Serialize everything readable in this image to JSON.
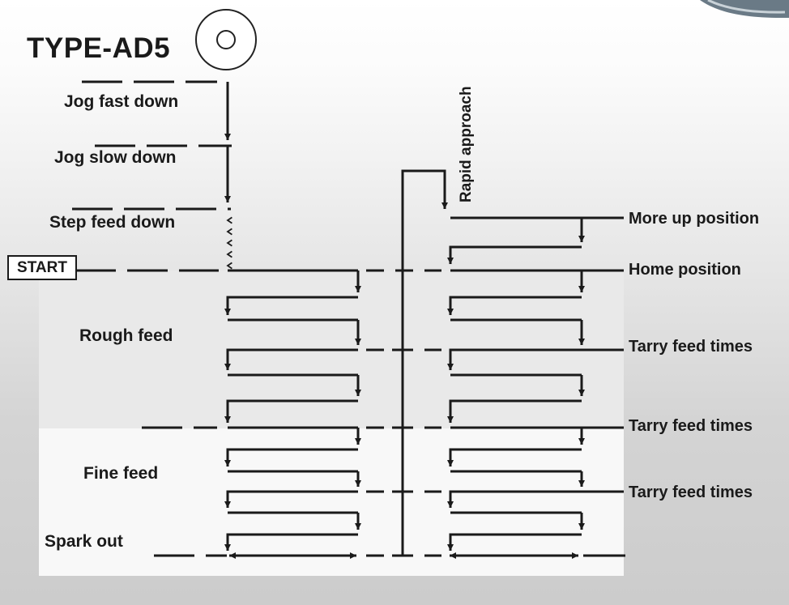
{
  "title": "TYPE-AD5",
  "start_label": "START",
  "rapid_approach": "Rapid approach",
  "left_labels": {
    "jog_fast_down": "Jog fast down",
    "jog_slow_down": "Jog slow down",
    "step_feed_down": "Step feed down",
    "rough_feed": "Rough feed",
    "fine_feed": "Fine feed",
    "spark_out": "Spark out"
  },
  "right_labels": {
    "more_up_position": "More up position",
    "home_position": "Home position",
    "tarry_feed_times_1": "Tarry feed times",
    "tarry_feed_times_2": "Tarry feed times",
    "tarry_feed_times_3": "Tarry feed times"
  },
  "icons": [
    "dial-icon",
    "corner-decoration"
  ],
  "colors": {
    "line": "#1a1a1a",
    "rough_panel": "#e9e9e9",
    "fine_panel": "#f8f8f8"
  }
}
